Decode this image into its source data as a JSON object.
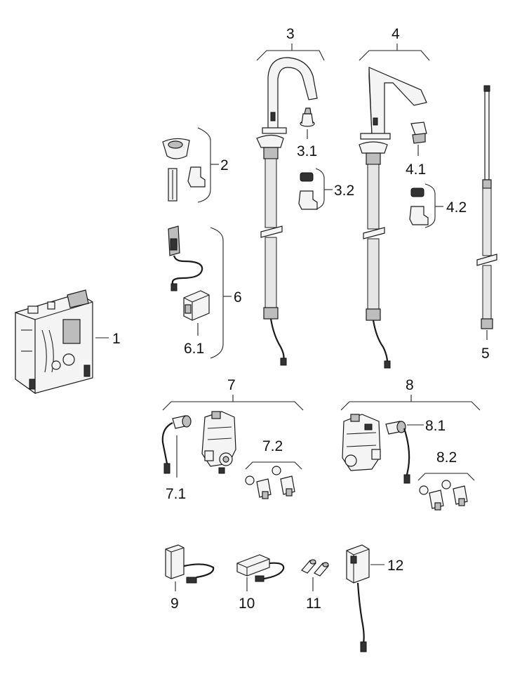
{
  "labels": {
    "l1": "1",
    "l2": "2",
    "l3": "3",
    "l3_1": "3.1",
    "l3_2": "3.2",
    "l4": "4",
    "l4_1": "4.1",
    "l4_2": "4.2",
    "l5": "5",
    "l6": "6",
    "l6_1": "6.1",
    "l7": "7",
    "l7_1": "7.1",
    "l7_2": "7.2",
    "l8": "8",
    "l8_1": "8.1",
    "l8_2": "8.2",
    "l9": "9",
    "l10": "10",
    "l11": "11",
    "l12": "12"
  }
}
